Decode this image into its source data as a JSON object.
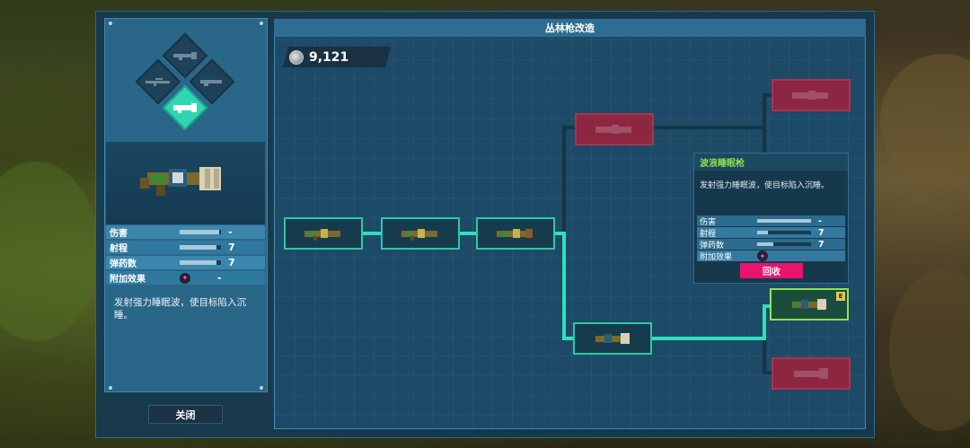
{
  "window": {
    "title": "丛林枪改造"
  },
  "currency": {
    "icon": "silver-coin-icon",
    "value": "9,121"
  },
  "left_panel": {
    "slots": [
      {
        "name": "slot-top",
        "active": false
      },
      {
        "name": "slot-left",
        "active": false
      },
      {
        "name": "slot-right",
        "active": false
      },
      {
        "name": "slot-bottom",
        "active": true
      }
    ],
    "stats": [
      {
        "label": "伤害",
        "fill": 0.95,
        "value": "-"
      },
      {
        "label": "射程",
        "fill": 0.9,
        "value": "7"
      },
      {
        "label": "弹药数",
        "fill": 0.9,
        "value": "7"
      },
      {
        "label": "附加效果",
        "icon": "sleep-effect-icon",
        "value": "-"
      }
    ],
    "description": "发射强力睡眠波，使目标陷入沉睡。",
    "close_label": "关闭"
  },
  "tooltip": {
    "title": "波浪睡眠枪",
    "description": "发射强力睡眠波，使目标陷入沉睡。",
    "stats": [
      {
        "label": "伤害",
        "fill": 1.0,
        "value": "-"
      },
      {
        "label": "射程",
        "fill": 0.2,
        "value": "7"
      },
      {
        "label": "弹药数",
        "fill": 0.3,
        "value": "7"
      },
      {
        "label": "附加效果",
        "icon": "sleep-effect-icon",
        "value": ""
      }
    ],
    "recycle_label": "回收"
  },
  "tree": {
    "selected_badge": "E"
  },
  "colors": {
    "link": "#2ee0bd",
    "locked": "#a1203a",
    "selected": "#8de34d",
    "recycle": "#e8146e"
  }
}
